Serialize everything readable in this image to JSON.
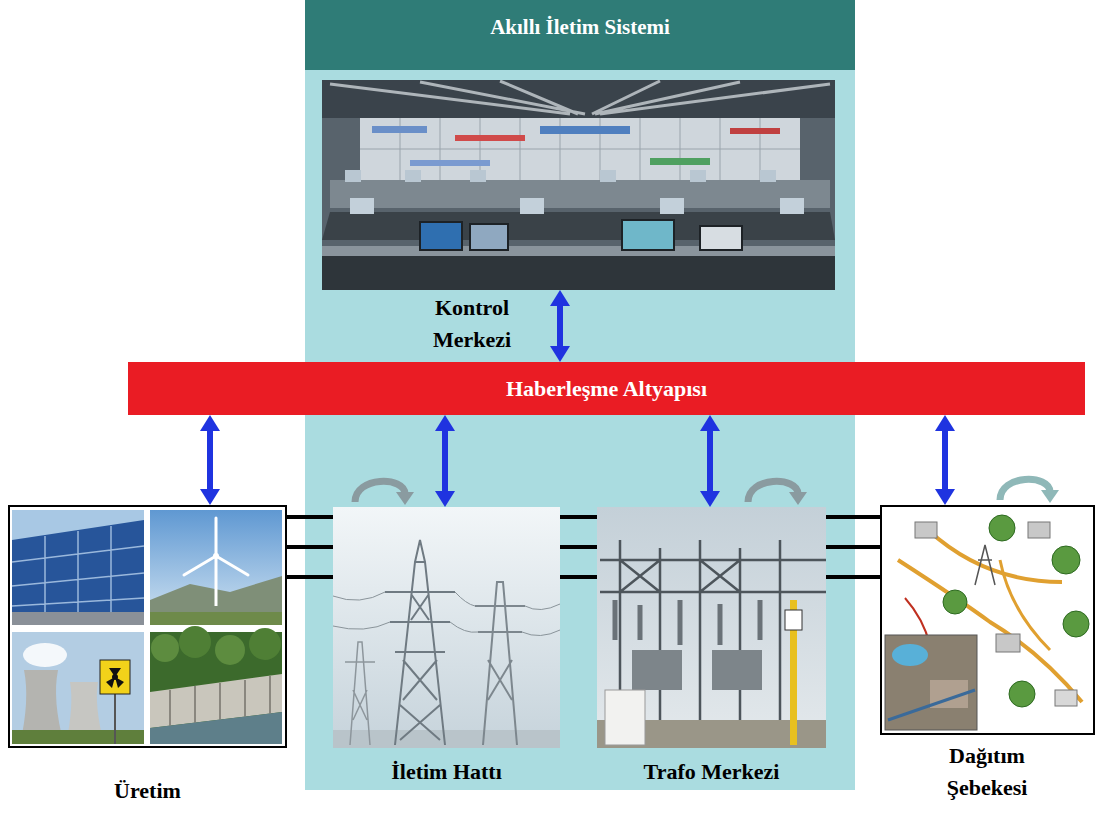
{
  "diagram": {
    "nodes": [
      {
        "text": [
          "Akıllı İletim Sistemi"
        ]
      },
      {
        "text": [
          "Kontrol Merkezi"
        ],
        "in": 0
      },
      {
        "text": [
          "Haberleşme Altyapısı"
        ]
      },
      {
        "text": [
          "Üretim"
        ]
      },
      {
        "text": [
          "İletim Hattı"
        ],
        "in": 0
      },
      {
        "text": [
          "Trafo Merkezi"
        ],
        "in": 0
      },
      {
        "text": [
          "Dağıtım Şebekesi"
        ]
      }
    ],
    "edges": [
      {
        "from": 1,
        "to": 2,
        "arrow": "both"
      },
      {
        "from": 2,
        "to": 3,
        "arrow": "both"
      },
      {
        "from": 2,
        "to": 4,
        "arrow": "both"
      },
      {
        "from": 2,
        "to": 5,
        "arrow": "both"
      },
      {
        "from": 2,
        "to": 6,
        "arrow": "both"
      },
      {
        "from": 3,
        "to": 4,
        "arrow": "none"
      },
      {
        "from": 4,
        "to": 5,
        "arrow": "none"
      },
      {
        "from": 5,
        "to": 6,
        "arrow": "none"
      }
    ]
  }
}
